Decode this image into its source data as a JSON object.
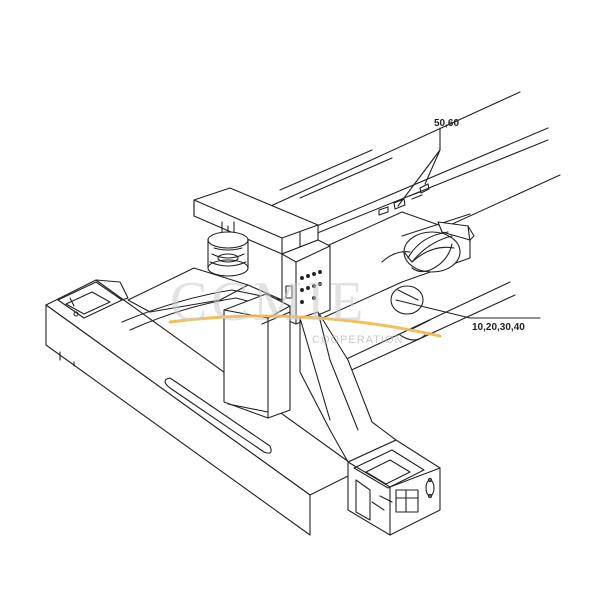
{
  "diagram": {
    "callouts": [
      {
        "id": "top",
        "text": "50,60"
      },
      {
        "id": "right",
        "text": "10,20,30,40"
      }
    ]
  },
  "watermark": {
    "brand": "CCMIE",
    "tagline": "COOPERATION",
    "accent_color": "#f2b84b",
    "text_color": "#c8c8c8"
  },
  "colors": {
    "line": "#222222",
    "fill": "#ffffff",
    "background": "#ffffff"
  }
}
